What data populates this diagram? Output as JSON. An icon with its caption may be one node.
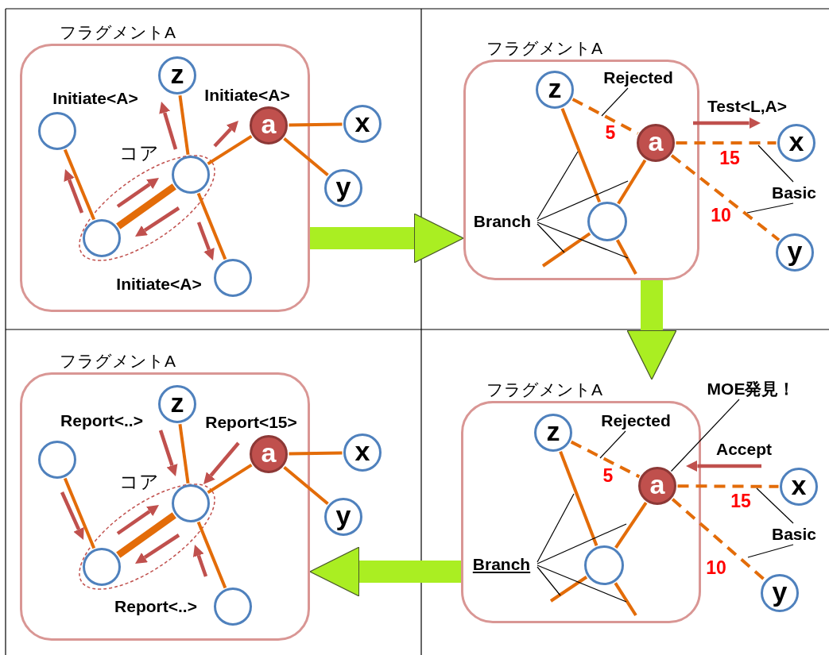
{
  "diagram": {
    "nodes": [
      {
        "text": [
          "フラグメントA"
        ]
      },
      {
        "text": [
          "z"
        ],
        "in": 0
      },
      {
        "text": [],
        "shape": "circle",
        "in": 0
      },
      {
        "text": [
          "コア"
        ],
        "in": 0
      },
      {
        "text": [],
        "shape": "circle",
        "in": 3
      },
      {
        "text": [],
        "shape": "circle",
        "in": 3
      },
      {
        "text": [],
        "shape": "circle",
        "in": 0
      },
      {
        "text": [
          "a"
        ],
        "in": 0
      },
      {
        "text": [
          "x"
        ]
      },
      {
        "text": [
          "y"
        ]
      },
      {
        "text": [
          "フラグメントA"
        ]
      },
      {
        "text": [
          "z"
        ],
        "in": 10
      },
      {
        "text": [
          "Rejected"
        ],
        "in": 10
      },
      {
        "text": [
          "a"
        ],
        "in": 10
      },
      {
        "text": [
          "x"
        ]
      },
      {
        "text": [
          "Branch"
        ],
        "in": 10
      },
      {
        "text": [],
        "shape": "circle",
        "in": 10
      },
      {
        "text": [
          "Basic"
        ]
      },
      {
        "text": [
          "y"
        ]
      },
      {
        "text": [
          "フラグメントA"
        ]
      },
      {
        "text": [
          "z"
        ],
        "in": 19
      },
      {
        "text": [],
        "shape": "circle",
        "in": 19
      },
      {
        "text": [
          "コア"
        ],
        "in": 19
      },
      {
        "text": [],
        "shape": "circle",
        "in": 22
      },
      {
        "text": [],
        "shape": "circle",
        "in": 22
      },
      {
        "text": [],
        "shape": "circle",
        "in": 19
      },
      {
        "text": [
          "a"
        ],
        "in": 19
      },
      {
        "text": [
          "x"
        ]
      },
      {
        "text": [
          "y"
        ]
      },
      {
        "text": [
          "フラグメントA"
        ]
      },
      {
        "text": [
          "MOE発見！"
        ]
      },
      {
        "text": [
          "z"
        ],
        "in": 29
      },
      {
        "text": [
          "Rejected"
        ],
        "in": 29
      },
      {
        "text": [
          "a"
        ],
        "in": 29
      },
      {
        "text": [
          "x"
        ]
      },
      {
        "text": [
          "Branch"
        ],
        "in": 29
      },
      {
        "text": [],
        "shape": "circle",
        "in": 29
      },
      {
        "text": [
          "Basic"
        ]
      },
      {
        "text": [
          "y"
        ]
      }
    ],
    "edges": [
      {
        "from": 1,
        "to": 4,
        "arrow": "none"
      },
      {
        "from": 2,
        "to": 5,
        "arrow": "none"
      },
      {
        "from": 5,
        "to": 4,
        "arrow": "none",
        "style": "thick"
      },
      {
        "from": 4,
        "to": 7,
        "arrow": "none"
      },
      {
        "from": 4,
        "to": 6,
        "arrow": "none"
      },
      {
        "from": 7,
        "to": 8,
        "arrow": "none"
      },
      {
        "from": 7,
        "to": 9,
        "arrow": "none"
      },
      {
        "from": 11,
        "to": 16,
        "arrow": "none"
      },
      {
        "from": 16,
        "to": 13,
        "arrow": "none"
      },
      {
        "from": 16,
        "to": null,
        "arrow": "none"
      },
      {
        "from": 16,
        "to": null,
        "arrow": "none"
      },
      {
        "from": 11,
        "to": 13,
        "arrow": "none",
        "style": "dashed",
        "label": "5"
      },
      {
        "from": 13,
        "to": 14,
        "arrow": "none",
        "style": "dashed",
        "label": "15"
      },
      {
        "from": 13,
        "to": 18,
        "arrow": "none",
        "style": "dashed",
        "label": "10"
      },
      {
        "from": 12,
        "to": null,
        "arrow": "none",
        "color": "#000000"
      },
      {
        "from": 15,
        "to": null,
        "arrow": "none",
        "color": "#000000"
      },
      {
        "from": 15,
        "to": null,
        "arrow": "none",
        "color": "#000000"
      },
      {
        "from": 15,
        "to": null,
        "arrow": "none",
        "color": "#000000"
      },
      {
        "from": 15,
        "to": null,
        "arrow": "none",
        "color": "#000000"
      },
      {
        "from": 17,
        "to": null,
        "arrow": "none",
        "color": "#000000"
      },
      {
        "from": 17,
        "to": null,
        "arrow": "none",
        "color": "#000000"
      },
      {
        "from": 0,
        "to": 10,
        "arrow": "to",
        "style": "thick",
        "color": "#aaee22"
      },
      {
        "from": 20,
        "to": 23,
        "arrow": "none"
      },
      {
        "from": 21,
        "to": 24,
        "arrow": "none"
      },
      {
        "from": 24,
        "to": 23,
        "arrow": "none",
        "style": "thick"
      },
      {
        "from": 23,
        "to": 26,
        "arrow": "none"
      },
      {
        "from": 23,
        "to": 25,
        "arrow": "none"
      },
      {
        "from": 26,
        "to": 27,
        "arrow": "none"
      },
      {
        "from": 26,
        "to": 28,
        "arrow": "none"
      },
      {
        "from": 31,
        "to": 36,
        "arrow": "none"
      },
      {
        "from": 36,
        "to": 33,
        "arrow": "none"
      },
      {
        "from": 36,
        "to": null,
        "arrow": "none"
      },
      {
        "from": 36,
        "to": null,
        "arrow": "none"
      },
      {
        "from": 31,
        "to": 33,
        "arrow": "none",
        "style": "dashed",
        "label": "5"
      },
      {
        "from": 33,
        "to": 34,
        "arrow": "none",
        "style": "dashed",
        "label": "15"
      },
      {
        "from": 33,
        "to": 38,
        "arrow": "none",
        "style": "dashed",
        "label": "10"
      },
      {
        "from": 32,
        "to": null,
        "arrow": "none",
        "color": "#000000"
      },
      {
        "from": 35,
        "to": null,
        "arrow": "none",
        "color": "#000000"
      },
      {
        "from": 35,
        "to": null,
        "arrow": "none",
        "color": "#000000"
      },
      {
        "from": 35,
        "to": null,
        "arrow": "none",
        "color": "#000000"
      },
      {
        "from": 35,
        "to": null,
        "arrow": "none",
        "color": "#000000"
      },
      {
        "from": 37,
        "to": null,
        "arrow": "none",
        "color": "#000000"
      },
      {
        "from": 37,
        "to": null,
        "arrow": "none",
        "color": "#000000"
      },
      {
        "from": 30,
        "to": 33,
        "arrow": "none",
        "color": "#000000"
      },
      {
        "from": 10,
        "to": 29,
        "arrow": "to",
        "style": "thick",
        "color": "#aaee22"
      },
      {
        "from": 29,
        "to": 19,
        "arrow": "to",
        "style": "thick",
        "color": "#aaee22"
      }
    ],
    "labels": [
      "Initiate<A>",
      "Initiate<A>",
      "Initiate<A>",
      "Test<L,A>",
      "Report<..>",
      "Report<15>",
      "Report<..>",
      "Accept"
    ]
  }
}
